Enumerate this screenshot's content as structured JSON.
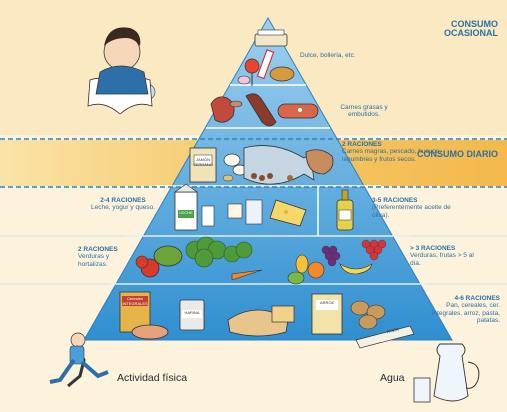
{
  "bands": {
    "occasional": "CONSUMO OCASIONAL",
    "daily": "CONSUMO DIARIO"
  },
  "tiers": {
    "sweets": {
      "text": "Dulce, bollería, etc."
    },
    "fatty_meats": {
      "text": "Carnes grasas y embutidos."
    },
    "proteins": {
      "portions": "2 RACIONES",
      "text": "Carnes magras, pescado, huevos, legumbres y frutos secos."
    },
    "dairy": {
      "portions": "2-4 RACIONES",
      "text": "Leche, yogur y queso."
    },
    "olive_oil": {
      "portions": "3-5 RACIONES",
      "text": "(Preferentemente aceite de oliva)."
    },
    "vegetables": {
      "portions": "2 RACIONES",
      "text": "Verduras y hortalizas."
    },
    "fruits": {
      "portions": "> 3 RACIONES",
      "text": "Verduras, frutas > 5 al día."
    },
    "grains": {
      "portions": "4-6 RACIONES",
      "text": "Pan, cereales, cer. integrales, arroz, pasta, patatas."
    }
  },
  "product_labels": {
    "jamon": "JAMÓN SERRANO",
    "cereales": "Cereales INTEGRALES",
    "harina": "HARINA",
    "arroz": "ARROZ",
    "pasta": "PASTA",
    "leche": "LECHE"
  },
  "footer": {
    "activity": "Actividad física",
    "water": "Agua"
  },
  "colors": {
    "pyramid_blue": "#4a9fd6",
    "label_blue": "#2d6fa8",
    "band_yellow": "#f3c25a",
    "background": "#fdf3dc"
  }
}
